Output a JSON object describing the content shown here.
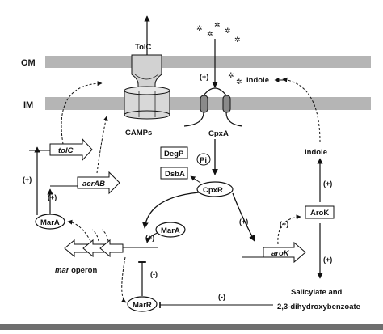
{
  "membranes": {
    "om": "OM",
    "im": "IM"
  },
  "proteins": {
    "tolc": "TolC",
    "camps": "CAMPs",
    "cpxa": "CpxA",
    "cpxr": "CpxR",
    "pi": "Pi",
    "degp": "DegP",
    "dsba": "DsbA",
    "marA_left": "MarA",
    "marA_center": "MarA",
    "marR": "MarR",
    "arok_protein": "AroK"
  },
  "genes": {
    "tolc": "tolC",
    "acrab": "acrAB",
    "arok": "aroK",
    "mar_italic": "mar",
    "mar_rest": " operon"
  },
  "metabolites": {
    "indole_top": "indole",
    "indole_right": "Indole",
    "salicylate_line1": "Salicylate and",
    "salicylate_line2": "2,3-dihydroxybenzoate"
  },
  "signs": {
    "plus": "(+)",
    "minus": "(-)"
  },
  "colors": {
    "membrane": "#b5b5b5",
    "channel": "#cfcfcf",
    "line": "#111111",
    "bottom_bar": "#6e6e6e"
  }
}
